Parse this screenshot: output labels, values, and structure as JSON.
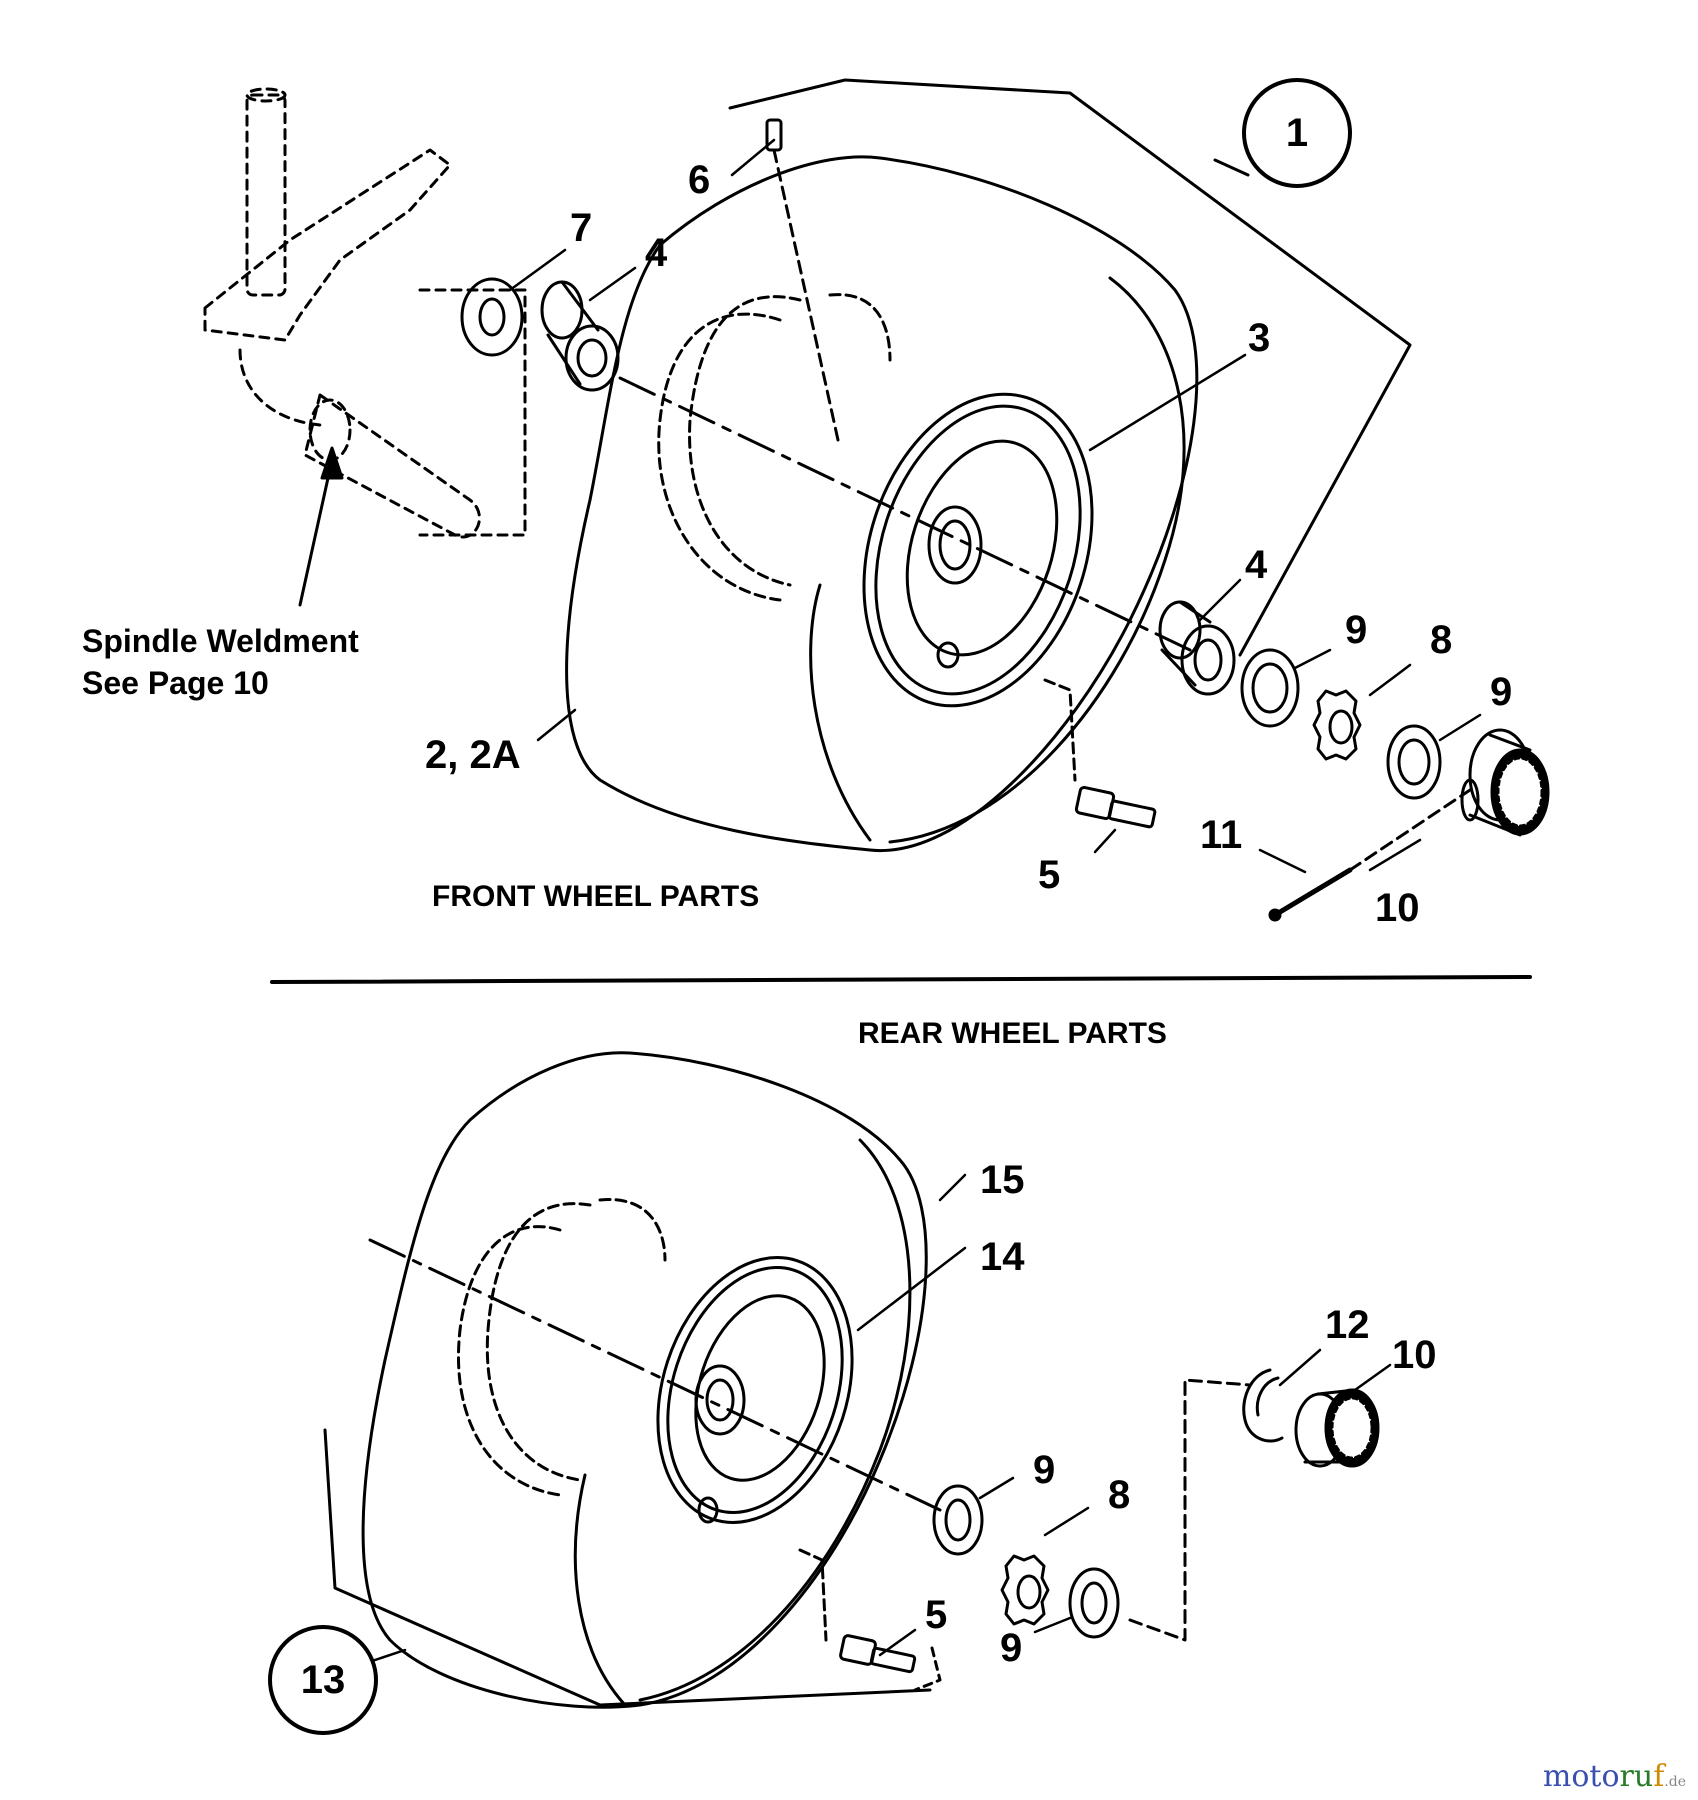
{
  "sections": {
    "front": "FRONT WHEEL PARTS",
    "rear": "REAR WHEEL PARTS"
  },
  "note": {
    "line1": "Spindle Weldment",
    "line2": "See Page 10"
  },
  "front_callouts": {
    "assembly": "1",
    "c2": "2, 2A",
    "c3": "3",
    "c4a": "4",
    "c4b": "4",
    "c5": "5",
    "c6": "6",
    "c7": "7",
    "c8": "8",
    "c9a": "9",
    "c9b": "9",
    "c10": "10",
    "c11": "11"
  },
  "rear_callouts": {
    "assembly": "13",
    "c5": "5",
    "c8": "8",
    "c9a": "9",
    "c9b": "9",
    "c10": "10",
    "c12": "12",
    "c14": "14",
    "c15": "15"
  },
  "watermark": {
    "part1": "moto",
    "part2": "ru",
    "part3": "f",
    "part4": ".de"
  }
}
